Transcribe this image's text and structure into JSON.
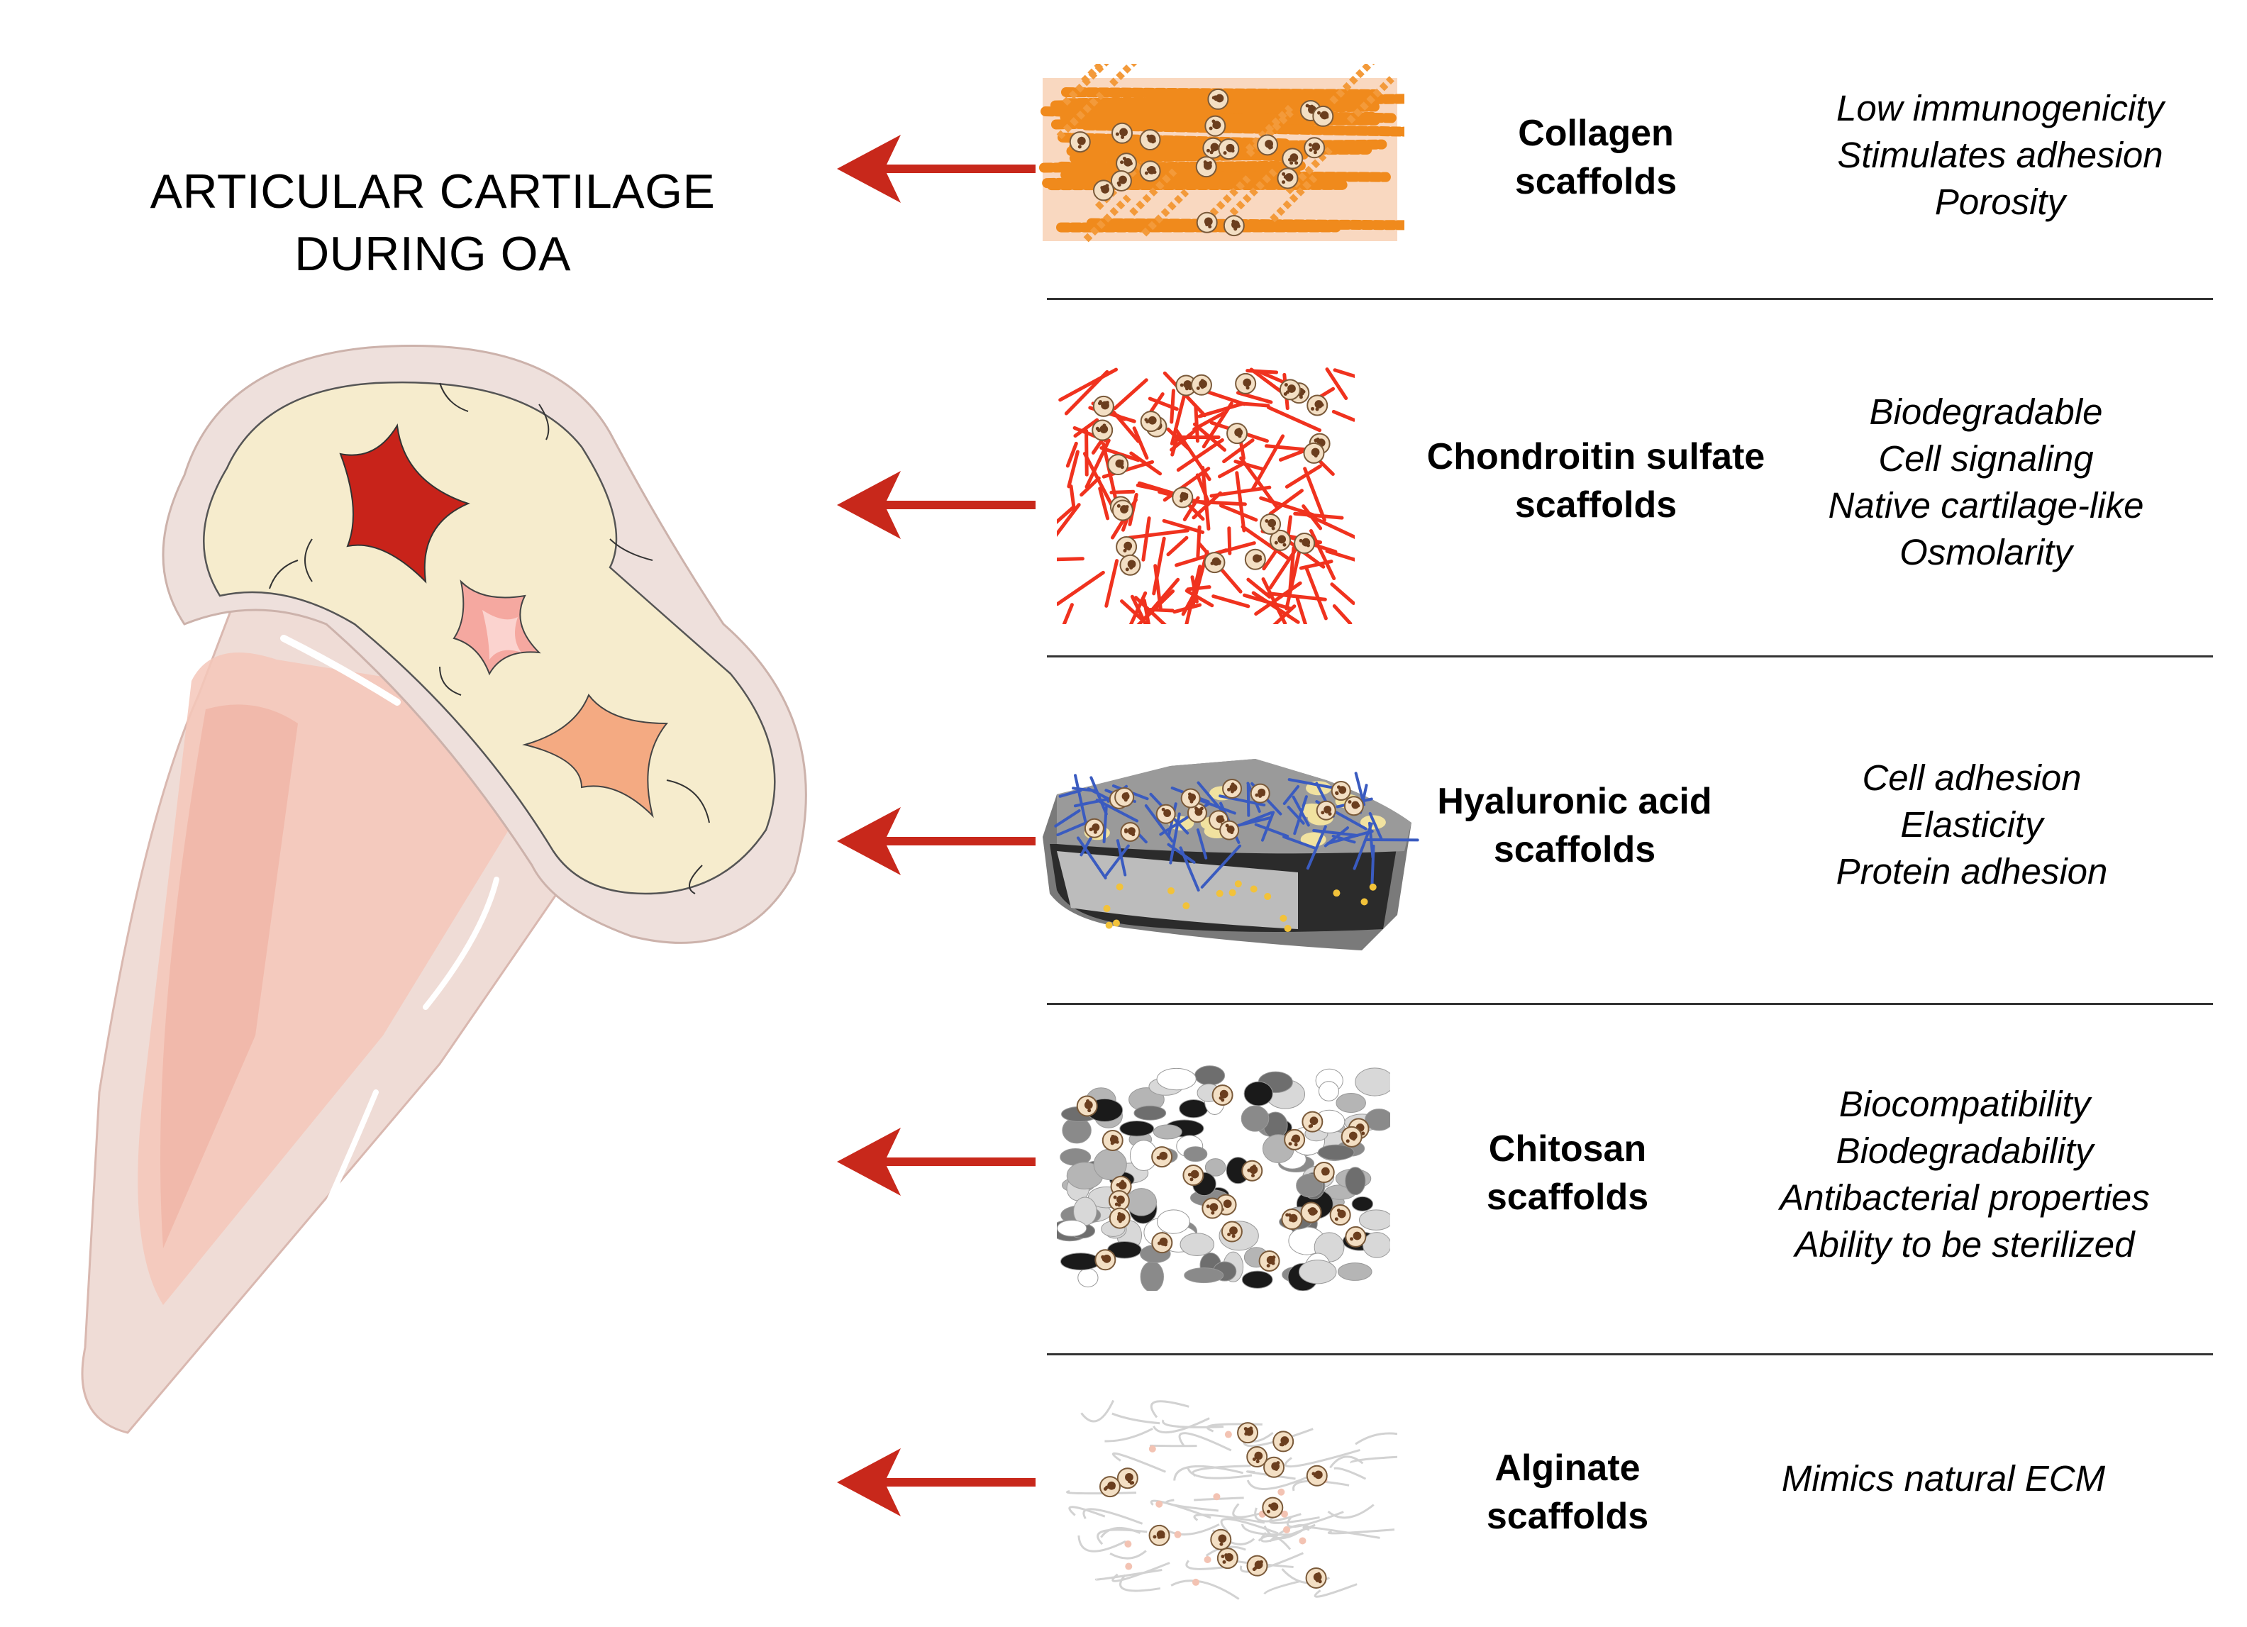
{
  "title": {
    "line1": "ARTICULAR CARTILAGE",
    "line2": "DURING OA"
  },
  "colors": {
    "arrow": "#c8281b",
    "bone": "#efe0dc",
    "bone_shaft": "#f2c9be",
    "cartilage": "#f6eccd",
    "lesion_dark": "#c8231a",
    "lesion_pink": "#f5a8a0",
    "lesion_orange": "#f4aa82",
    "divider": "#333333"
  },
  "scaffolds": [
    {
      "name_line1": "Collagen",
      "name_line2": "scaffolds",
      "icon": "collagen-fiber-mesh-icon",
      "properties": [
        "Low immunogenicity",
        "Stimulates adhesion",
        "Porosity"
      ]
    },
    {
      "name_line1": "Chondroitin sulfate",
      "name_line2": "scaffolds",
      "icon": "chondroitin-red-fiber-network-icon",
      "properties": [
        "Biodegradable",
        "Cell signaling",
        "Native cartilage-like",
        "Osmolarity"
      ]
    },
    {
      "name_line1": "Hyaluronic acid",
      "name_line2": "scaffolds",
      "icon": "hyaluronic-sponge-block-icon",
      "properties": [
        "Cell adhesion",
        "Elasticity",
        "Protein adhesion"
      ]
    },
    {
      "name_line1": "Chitosan",
      "name_line2": "scaffolds",
      "icon": "chitosan-granule-matrix-icon",
      "properties": [
        "Biocompatibility",
        "Biodegradability",
        "Antibacterial properties",
        "Ability to be sterilized"
      ]
    },
    {
      "name_line1": "Alginate",
      "name_line2": "scaffolds",
      "icon": "alginate-fiber-tangle-icon",
      "properties": [
        "Mimics natural ECM"
      ]
    }
  ]
}
